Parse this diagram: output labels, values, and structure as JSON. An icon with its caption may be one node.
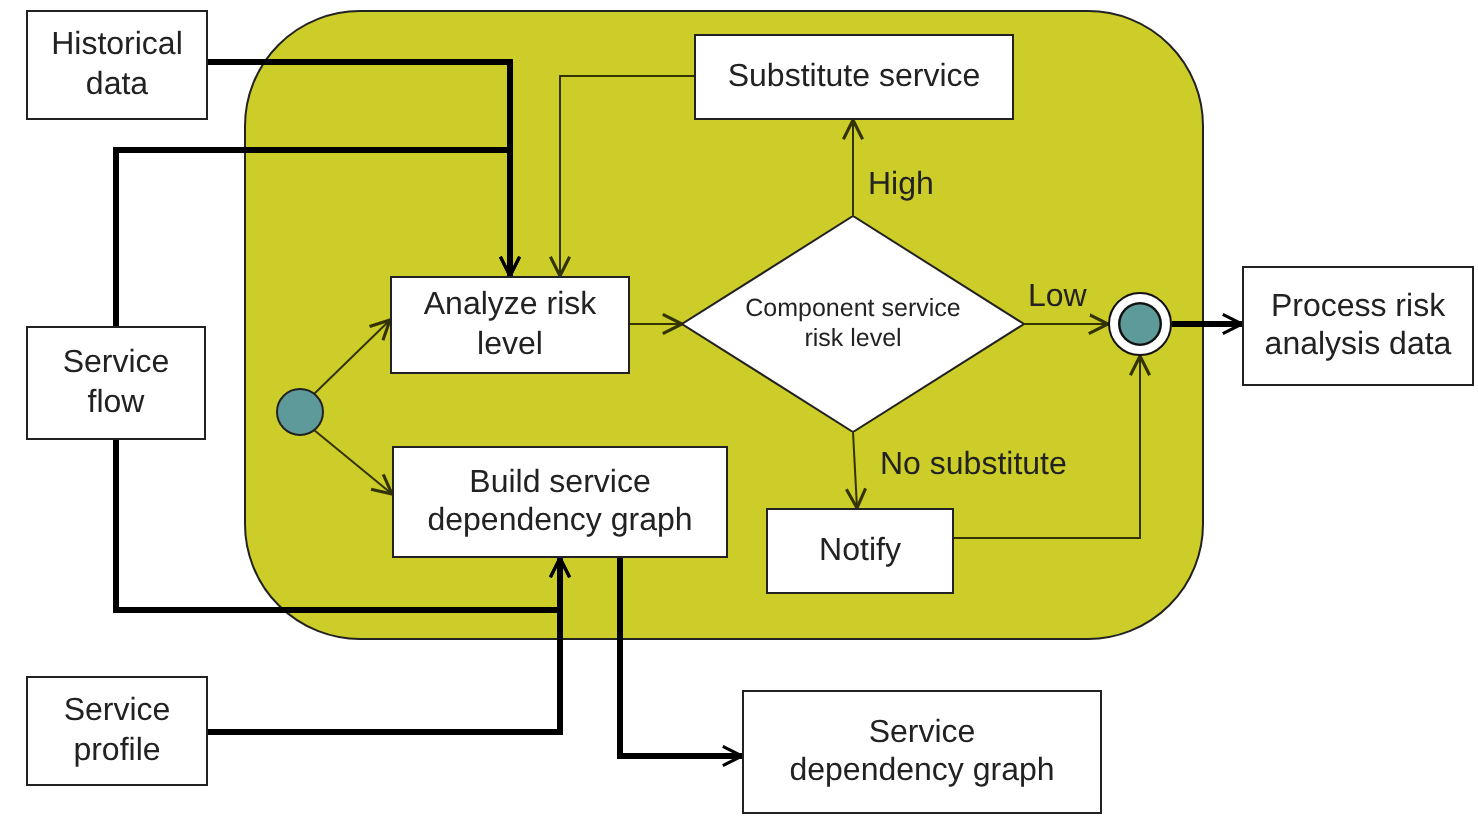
{
  "diagram": {
    "nodes": [
      {
        "text": [
          "Historical data"
        ]
      },
      {
        "text": [
          "Service flow"
        ]
      },
      {
        "text": [
          "Service profile"
        ]
      },
      {
        "text": [],
        "shape": "box"
      },
      {
        "text": [
          "Substitute service"
        ],
        "in": 3
      },
      {
        "text": [
          "Analyze risk level"
        ],
        "in": 3
      },
      {
        "text": [
          "Component service risk level"
        ],
        "in": 3
      },
      {
        "text": [],
        "shape": "circle",
        "in": 3
      },
      {
        "text": [
          "Build service dependency graph"
        ],
        "in": 3
      },
      {
        "text": [
          "Notify"
        ],
        "in": 3
      },
      {
        "text": [],
        "shape": "circle",
        "in": 3
      },
      {
        "text": [
          "Process risk analysis data"
        ]
      },
      {
        "text": [
          "Service dependency graph"
        ]
      }
    ],
    "edges": [
      {
        "from": 0,
        "to": 5,
        "arrow": "to",
        "style": "thick"
      },
      {
        "from": 1,
        "to": 5,
        "arrow": "to",
        "style": "thick"
      },
      {
        "from": 1,
        "to": 8,
        "arrow": "to",
        "style": "thick"
      },
      {
        "from": 2,
        "to": 8,
        "arrow": "to",
        "style": "thick"
      },
      {
        "from": 8,
        "to": 12,
        "arrow": "to",
        "style": "thick"
      },
      {
        "from": 10,
        "to": 11,
        "arrow": "to",
        "style": "thick"
      },
      {
        "from": 7,
        "to": 5,
        "arrow": "to"
      },
      {
        "from": 7,
        "to": 8,
        "arrow": "to"
      },
      {
        "from": 5,
        "to": 6,
        "arrow": "to"
      },
      {
        "from": 6,
        "to": 4,
        "arrow": "to",
        "label": "High"
      },
      {
        "from": 4,
        "to": 5,
        "arrow": "to"
      },
      {
        "from": 6,
        "to": 10,
        "arrow": "to",
        "label": "Low"
      },
      {
        "from": 6,
        "to": 9,
        "arrow": "to",
        "label": "No substitute"
      },
      {
        "from": 9,
        "to": 10,
        "arrow": "to"
      }
    ]
  }
}
